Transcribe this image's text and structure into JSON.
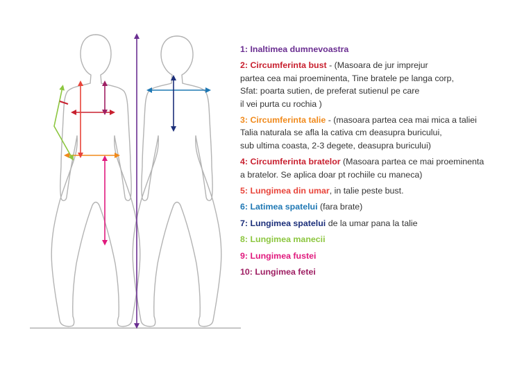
{
  "legend": [
    {
      "label": "1: Inaltimea dumnevoastra",
      "color": "#6a2e91",
      "desc": ""
    },
    {
      "label": "2: Circumferinta bust",
      "color": "#c8202f",
      "desc": " - (Masoara de jur imprejur\npartea cea mai proeminenta, Tine bratele pe langa corp,\nSfat: poarta sutien, de preferat sutienul pe care\nil vei purta cu rochia )"
    },
    {
      "label": "3: Circumferinta talie",
      "color": "#f08a1c",
      "desc": " - (masoara partea cea mai mica a taliei\nTalia naturala se afla la cativa cm deasupra buricului,\nsub ultima coasta, 2-3 degete, deasupra buricului)"
    },
    {
      "label": "4: Circumferinta bratelor",
      "color": "#c8202f",
      "desc": " (Masoara partea ce mai proeminenta\na bratelor. Se aplica doar pt rochiile cu maneca)"
    },
    {
      "label": "5: Lungimea din umar",
      "color": "#e8443a",
      "desc": ", in talie peste bust."
    },
    {
      "label": "6: Latimea spatelui",
      "color": "#1f78b4",
      "desc": " (fara brate)"
    },
    {
      "label": "7: Lungimea spatelui",
      "color": "#1c2f7a",
      "desc": " de la umar pana la talie"
    },
    {
      "label": "8: Lungimea manecii",
      "color": "#8cc63f",
      "desc": ""
    },
    {
      "label": "9: Lungimea fustei",
      "color": "#e0197d",
      "desc": ""
    },
    {
      "label": "10: Lungimea fetei",
      "color": "#9e1f63",
      "desc": ""
    }
  ],
  "colors": {
    "silhouette_stroke": "#b3b3b3",
    "height": "#6a2e91",
    "bust": "#c8202f",
    "waist": "#f08a1c",
    "arm": "#c8202f",
    "shoulder_length": "#e8443a",
    "back_width": "#1f78b4",
    "back_length": "#1c2f7a",
    "sleeve": "#8cc63f",
    "skirt": "#e0197d",
    "face": "#9e1f63"
  }
}
